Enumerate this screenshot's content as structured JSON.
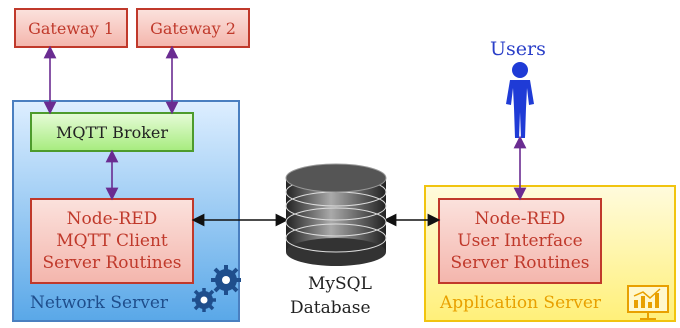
{
  "gateways": [
    {
      "label": "Gateway 1"
    },
    {
      "label": "Gateway 2"
    }
  ],
  "network_server": {
    "label": "Network Server",
    "broker_label": "MQTT Broker",
    "client_lines": [
      "Node-RED",
      "MQTT Client",
      "Server Routines"
    ]
  },
  "database": {
    "lines": [
      "MySQL",
      "Database"
    ]
  },
  "users": {
    "label": "Users"
  },
  "application_server": {
    "label": "Application Server",
    "ui_lines": [
      "Node-RED",
      "User Interface",
      "Server Routines"
    ]
  },
  "colors": {
    "red": "#c0392b",
    "blue": "#2a3fc8",
    "network_label": "#1f4e8c",
    "app_label": "#e8a000",
    "arrow_purple": "#6a2c91"
  },
  "icons": [
    "gear-icon",
    "gear-icon",
    "user-icon",
    "database-icon",
    "monitor-chart-icon"
  ]
}
